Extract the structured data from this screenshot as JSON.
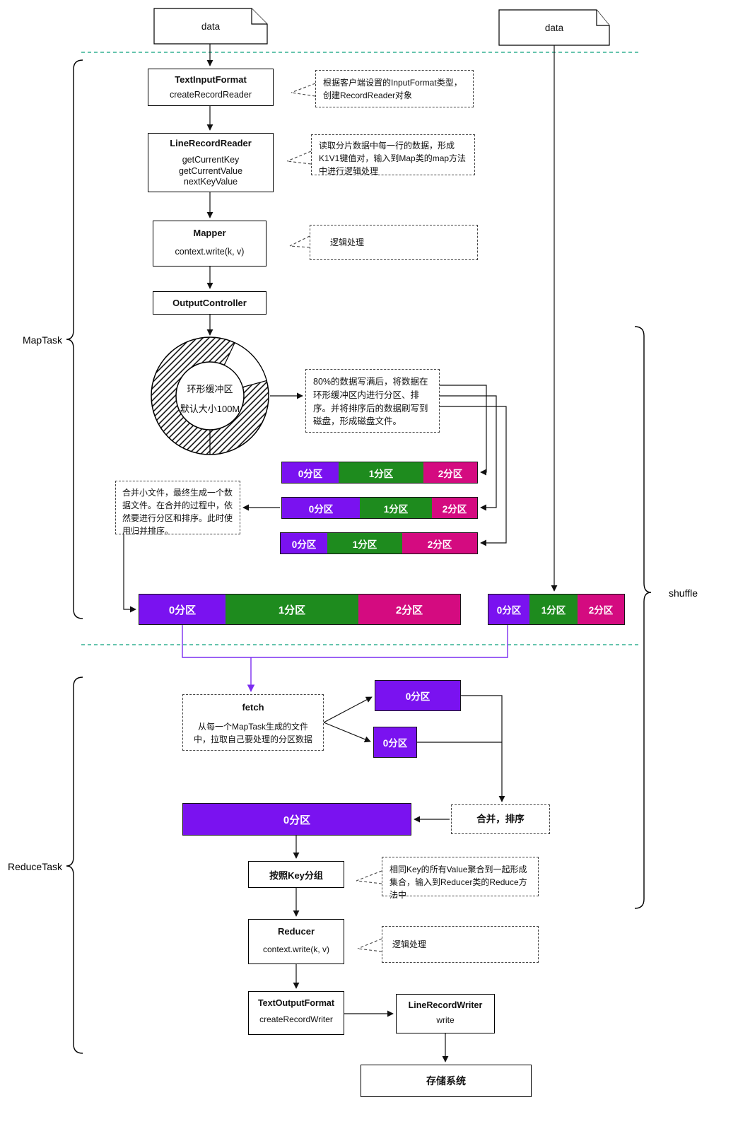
{
  "colors": {
    "purple": "#7a12f0",
    "green": "#1e8b1e",
    "magenta": "#d40b80",
    "connector_purple": "#7c2ef0",
    "teal": "#0aa17c"
  },
  "files": {
    "left": "data",
    "right": "data"
  },
  "braces": {
    "map_task": "MapTask",
    "shuffle": "shuffle",
    "reduce_task": "ReduceTask"
  },
  "partitions": {
    "p0": "0分区",
    "p1": "1分区",
    "p2": "2分区"
  },
  "nodes": {
    "text_input_format": {
      "title": "TextInputFormat",
      "sub": "createRecordReader"
    },
    "line_record_reader": {
      "title": "LineRecordReader",
      "m1": "getCurrentKey",
      "m2": "getCurrentValue",
      "m3": "nextKeyValue"
    },
    "mapper": {
      "title": "Mapper",
      "sub": "context.write(k, v)"
    },
    "output_controller": {
      "title": "OutputController"
    },
    "ring_buffer": {
      "line1": "环形缓冲区",
      "line2": "默认大小100M"
    },
    "fetch": {
      "title": "fetch",
      "desc": "从每一个MapTask生成的文件中，拉取自己要处理的分区数据"
    },
    "merge_sort": {
      "title": "合并，排序"
    },
    "group_by_key": {
      "title": "按照Key分组"
    },
    "reducer": {
      "title": "Reducer",
      "sub": "context.write(k, v)"
    },
    "text_output_format": {
      "title": "TextOutputFormat",
      "sub": "createRecordWriter"
    },
    "line_record_writer": {
      "title": "LineRecordWriter",
      "sub": "write"
    },
    "storage": {
      "title": "存储系统"
    }
  },
  "annotations": {
    "input_format": "根据客户端设置的InputFormat类型，创建RecordReader对象",
    "record_reader": "读取分片数据中每一行的数据，形成K1V1键值对，输入到Map类的map方法中进行逻辑处理",
    "mapper_logic": "逻辑处理",
    "spill": "80%的数据写满后，将数据在环形缓冲区内进行分区、排序。并将排序后的数据刷写到磁盘，形成磁盘文件。",
    "merge_files": "合并小文件，最终生成一个数据文件。在合并的过程中，依然要进行分区和排序。此时使用归并排序。",
    "group": "相同Key的所有Value聚合到一起形成集合，输入到Reducer类的Reduce方法中",
    "reducer_logic": "逻辑处理"
  }
}
